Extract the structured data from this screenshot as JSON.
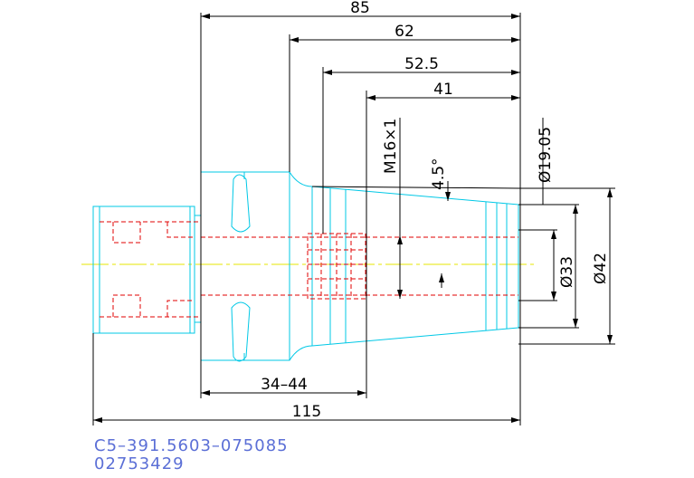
{
  "dimensions": {
    "overall_85": "85",
    "d_62": "62",
    "d_52_5": "52.5",
    "d_41": "41",
    "thread": "M16×1",
    "angle": "4.5°",
    "dia_19_05": "Ø19.05",
    "dia_33": "Ø33",
    "dia_42": "Ø42",
    "range_34_44": "34–44",
    "total_115": "115"
  },
  "part": {
    "code": "C5–391.5603–075085",
    "number": "02753429"
  },
  "colors": {
    "outline": "#00c8e6",
    "hidden": "#e00000",
    "centerline": "#e6e600",
    "dimension": "#000000",
    "text_code": "#5b6fd6"
  }
}
